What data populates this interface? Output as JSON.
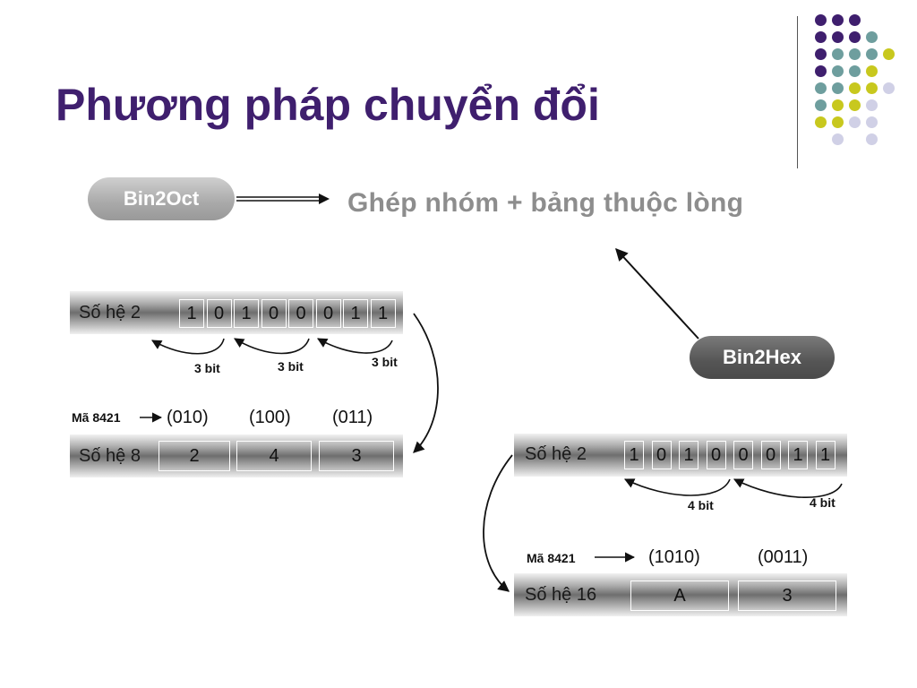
{
  "slide": {
    "title": "Phương pháp chuyển đổi",
    "bin2oct_label": "Bin2Oct",
    "bin2hex_label": "Bin2Hex",
    "method": "Ghép nhóm + bảng thuộc lòng"
  },
  "octal": {
    "binary_label": "Số hệ 2",
    "bits": [
      "1",
      "0",
      "1",
      "0",
      "0",
      "0",
      "1",
      "1"
    ],
    "group_label": "3 bit",
    "code_label": "Mã 8421",
    "groups": [
      "(010)",
      "(100)",
      "(011)"
    ],
    "result_label": "Số hệ 8",
    "digits": [
      "2",
      "4",
      "3"
    ]
  },
  "hex": {
    "binary_label": "Số hệ 2",
    "bits": [
      "1",
      "0",
      "1",
      "0",
      "0",
      "0",
      "1",
      "1"
    ],
    "group_label": "4 bit",
    "code_label": "Mã 8421",
    "groups": [
      "(1010)",
      "(0011)"
    ],
    "result_label": "Số hệ 16",
    "digits": [
      "A",
      "3"
    ]
  },
  "colors": {
    "title": "#3f1f6e",
    "dot_purple": "#3f1f6e",
    "dot_teal": "#6e9e9e",
    "dot_yellow": "#c8c81e",
    "dot_lavender": "#d0d0e6"
  }
}
